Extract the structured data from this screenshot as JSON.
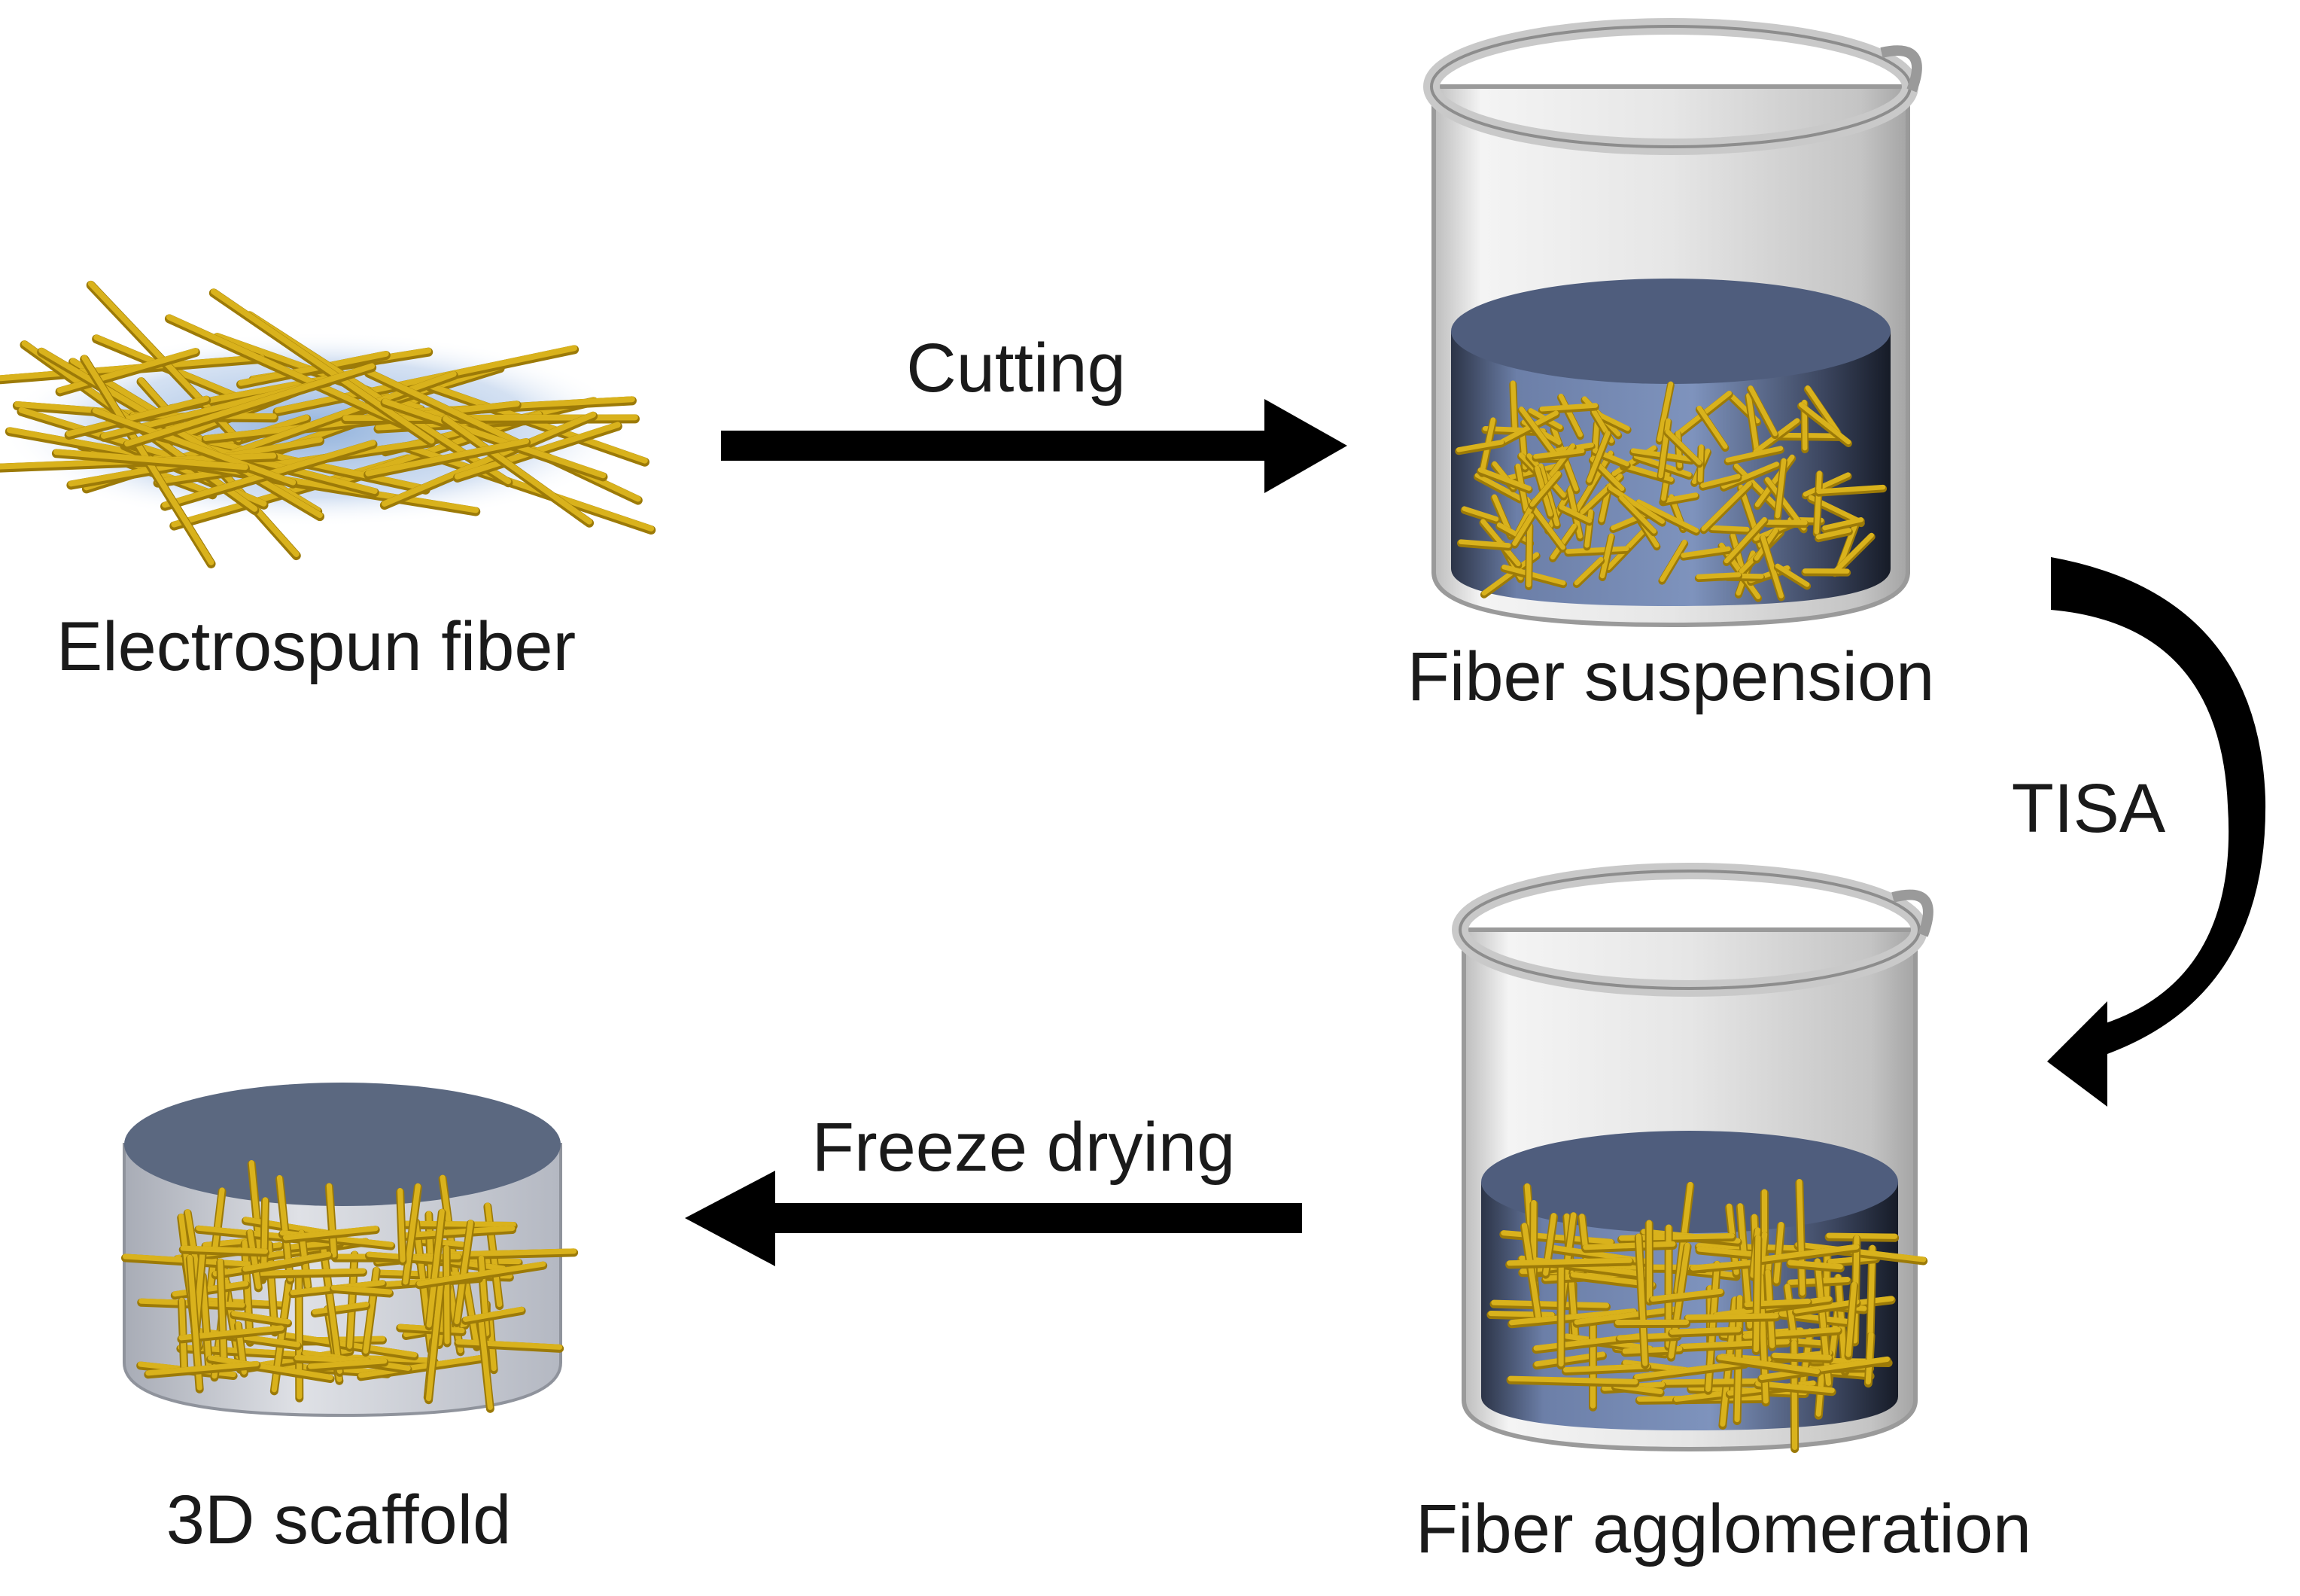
{
  "title": "",
  "nodes": {
    "electrospun_fiber": {
      "label": "Electrospun fiber"
    },
    "fiber_suspension": {
      "label": "Fiber suspension"
    },
    "fiber_agglomeration": {
      "label": "Fiber agglomeration"
    },
    "scaffold_3d": {
      "label": "3D scaffold"
    }
  },
  "edges": {
    "cutting": {
      "label": "Cutting",
      "from": "Electrospun fiber",
      "to": "Fiber suspension"
    },
    "tisa": {
      "label": "TISA",
      "from": "Fiber suspension",
      "to": "Fiber agglomeration"
    },
    "freeze_drying": {
      "label": "Freeze drying",
      "from": "Fiber agglomeration",
      "to": "3D scaffold"
    }
  },
  "colors": {
    "fiber": "#d9b21c",
    "fiber_dark": "#9c7a08",
    "liquid": "#5a6b8f",
    "liquid_top": "#4d5b78",
    "glass": "#d8d8d8",
    "arrow": "#000000",
    "scaffold_top": "#5b6880",
    "scaffold_side": "#c9ccd3",
    "fiber_mat_glow": "#8fb2de"
  }
}
